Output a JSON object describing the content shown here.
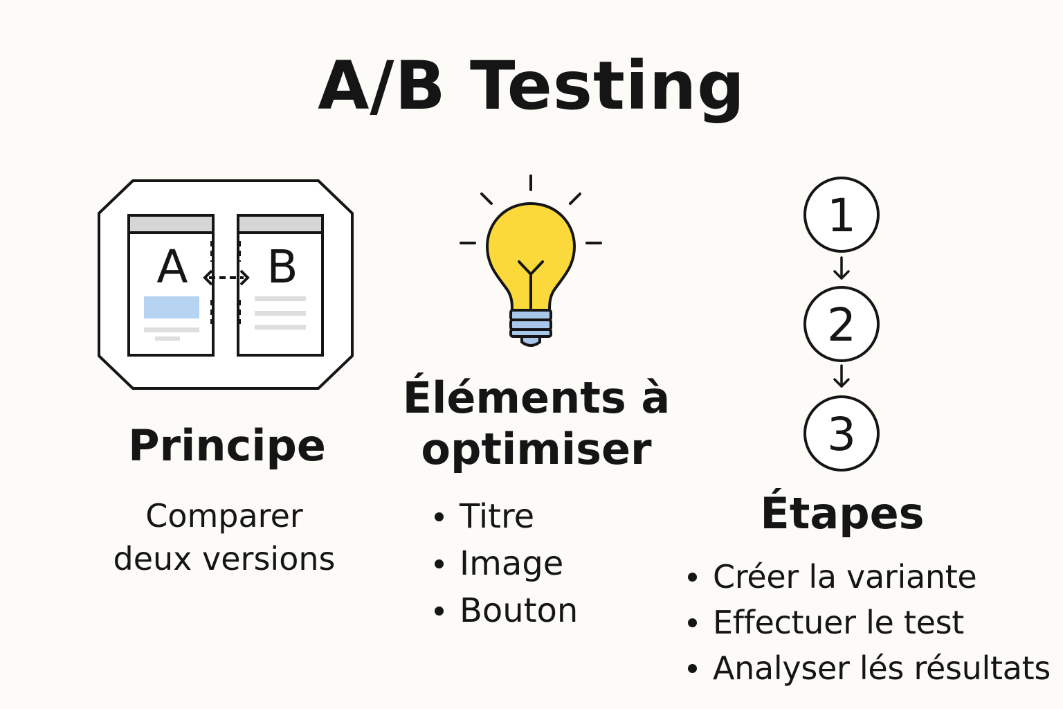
{
  "title": "A/B Testing",
  "columns": {
    "principle": {
      "heading": "Principe",
      "description_lines": [
        "Comparer",
        "deux versions"
      ],
      "icon": "ab-comparison-icon",
      "page_a_letter": "A",
      "page_b_letter": "B"
    },
    "elements": {
      "heading_lines": [
        "Éléments à",
        "optimiser"
      ],
      "icon": "lightbulb-icon",
      "items": [
        "Titre",
        "Image",
        "Bouton"
      ]
    },
    "steps": {
      "heading": "Étapes",
      "icon": "numbered-steps-icon",
      "numbers": [
        "1",
        "2",
        "3"
      ],
      "items": [
        "Créer la variante",
        "Effectuer le test",
        "Analyser lés résultats"
      ]
    }
  },
  "colors": {
    "background": "#fcfbf7",
    "ink": "#151515",
    "bulb_yellow": "#fbd93b",
    "bulb_base_blue": "#a9c7ea",
    "highlight_blue": "#b6d3f2",
    "placeholder_gray": "#d6d6d6"
  }
}
